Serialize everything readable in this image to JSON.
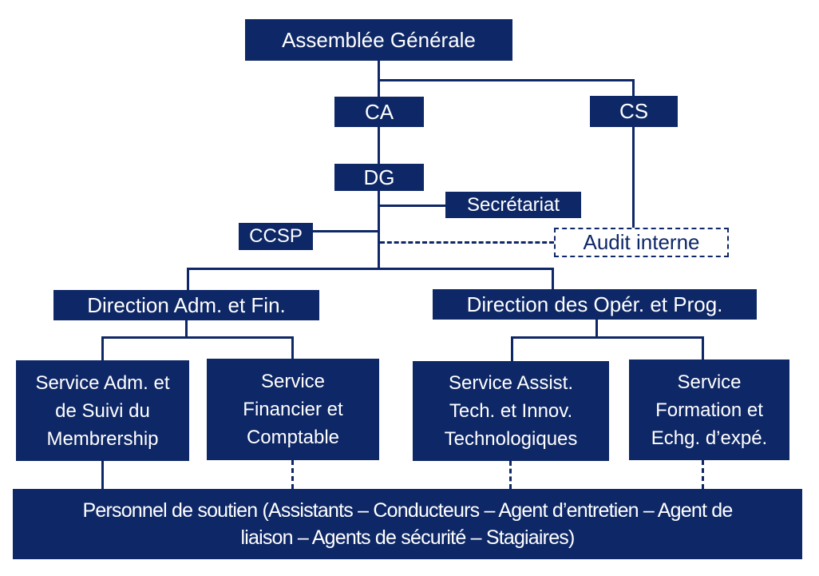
{
  "colors": {
    "navy": "#0e2766",
    "text_on_navy": "#ffffff"
  },
  "nodes": {
    "assemblee": {
      "label": "Assemblée Générale"
    },
    "ca": {
      "label": "CA"
    },
    "cs": {
      "label": "CS"
    },
    "dg": {
      "label": "DG"
    },
    "secretariat": {
      "label": "Secrétariat"
    },
    "ccsp": {
      "label": "CCSP"
    },
    "audit": {
      "label": "Audit interne"
    },
    "dir_adm": {
      "label": "Direction Adm. et Fin."
    },
    "dir_oper": {
      "label": "Direction des Opér. et Prog."
    },
    "svc_adm": {
      "line1": "Service Adm. et",
      "line2": "de Suivi du",
      "line3": "Membrership"
    },
    "svc_fin": {
      "line1": "Service",
      "line2": "Financier et",
      "line3": "Comptable"
    },
    "svc_tech": {
      "line1": "Service Assist.",
      "line2": "Tech. et Innov.",
      "line3": "Technologiques"
    },
    "svc_form": {
      "line1": "Service",
      "line2": "Formation et",
      "line3": "Echg. d’expé."
    },
    "personnel": {
      "line1": "Personnel de soutien (Assistants – Conducteurs – Agent d’entretien – Agent de",
      "line2": "liaison – Agents de sécurité – Stagiaires)"
    }
  }
}
